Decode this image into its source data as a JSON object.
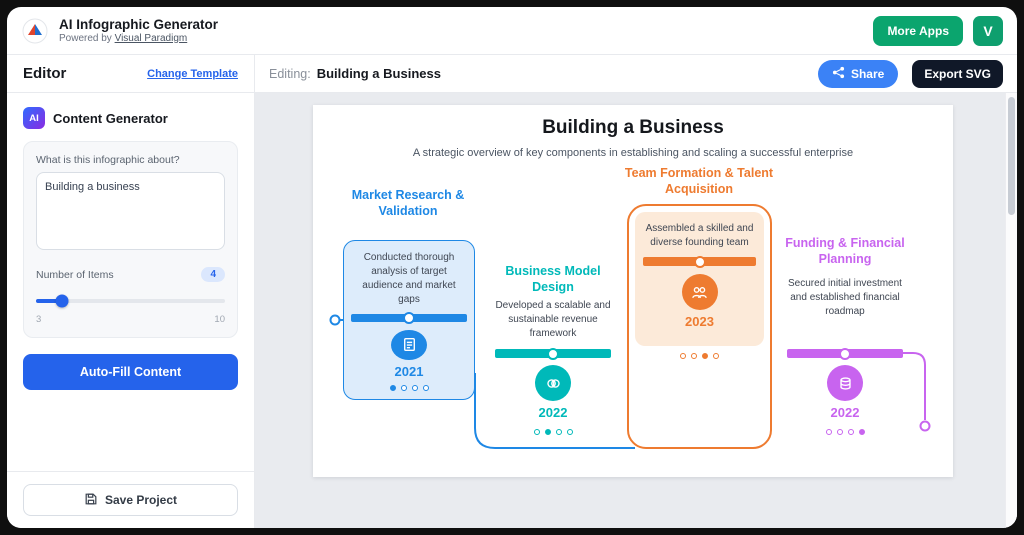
{
  "header": {
    "app_title": "AI Infographic Generator",
    "powered_prefix": "Powered by",
    "powered_link": "Visual Paradigm",
    "more_apps_label": "More Apps",
    "avatar_initial": "V"
  },
  "sidebar": {
    "panel_title": "Editor",
    "change_template_label": "Change Template",
    "ai_badge": "AI",
    "generator_title": "Content Generator",
    "about_label": "What is this infographic about?",
    "about_value": "Building a business",
    "items_label": "Number of Items",
    "items_count": "4",
    "slider_min": "3",
    "slider_max": "10",
    "autofill_label": "Auto-Fill Content",
    "save_label": "Save Project"
  },
  "editing_bar": {
    "prefix": "Editing:",
    "title": "Building a Business",
    "share_label": "Share",
    "export_label": "Export SVG"
  },
  "infographic": {
    "title": "Building a Business",
    "subtitle": "A strategic overview of key components in establishing and scaling a successful enterprise",
    "items": [
      {
        "heading": "Market Research & Validation",
        "text": "Conducted thorough analysis of target audience and market gaps",
        "year": "2021",
        "color": "#1e88e5",
        "icon": "report-icon",
        "active_dot": 1,
        "dot_count": 4
      },
      {
        "heading": "Business Model Design",
        "text": "Developed a scalable and sustainable revenue framework",
        "year": "2022",
        "color": "#00b9b9",
        "icon": "brain-icon",
        "active_dot": 2,
        "dot_count": 4
      },
      {
        "heading": "Team Formation & Talent Acquisition",
        "text": "Assembled a skilled and diverse founding team",
        "year": "2023",
        "color": "#ee7b30",
        "icon": "team-icon",
        "active_dot": 3,
        "dot_count": 4
      },
      {
        "heading": "Funding & Financial Planning",
        "text": "Secured initial investment and established financial roadmap",
        "year": "2022",
        "color": "#c864ef",
        "icon": "finance-icon",
        "active_dot": 4,
        "dot_count": 4
      }
    ]
  },
  "colors": {
    "accent_blue": "#2563eb",
    "share_blue": "#3b82f6",
    "export_dark": "#101828",
    "brand_green": "#0ba56e"
  }
}
